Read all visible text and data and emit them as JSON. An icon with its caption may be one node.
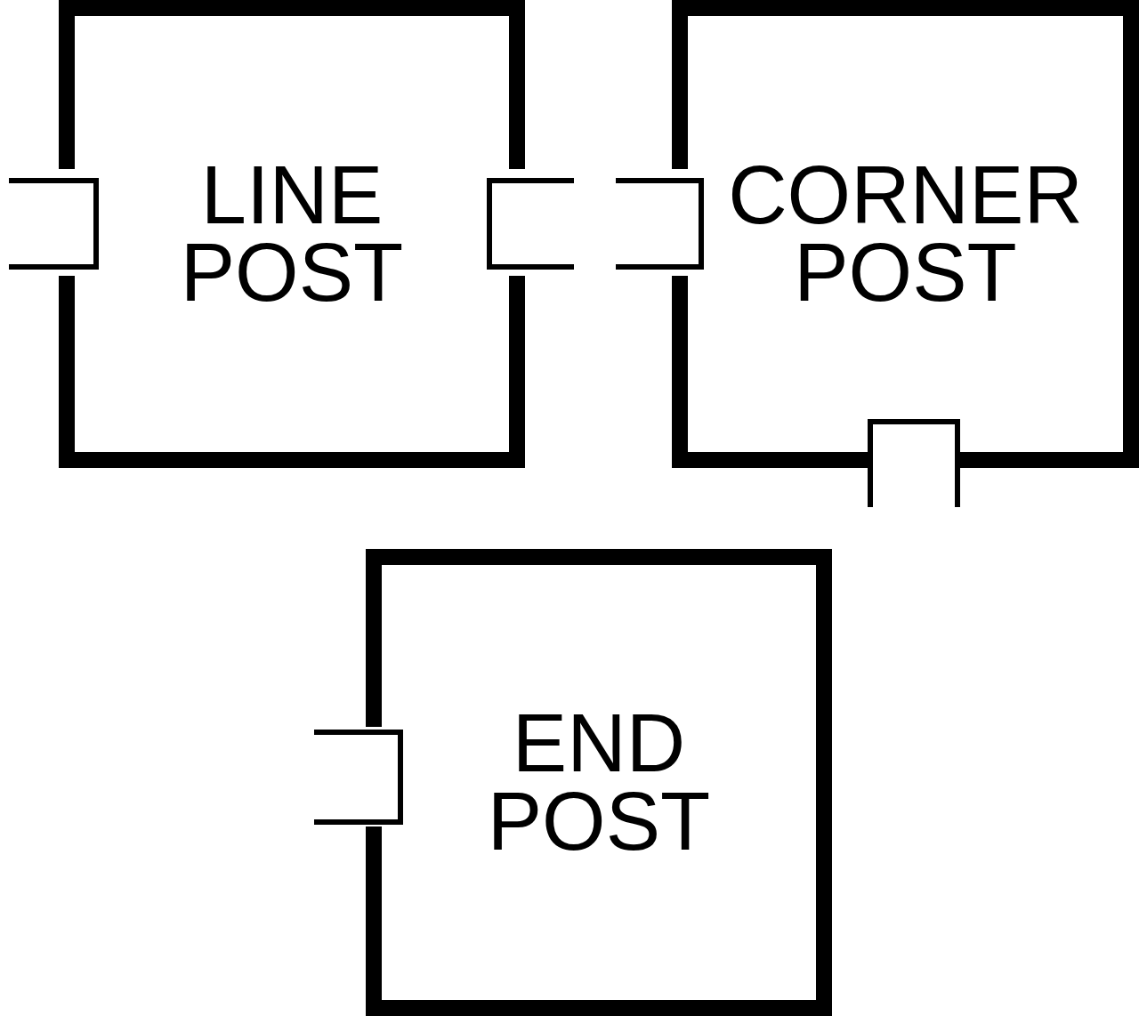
{
  "diagram": {
    "nodes": [
      {
        "text": [
          "LINE POST"
        ]
      },
      {
        "text": [
          "CORNER POST"
        ]
      },
      {
        "text": [
          "END POST"
        ]
      }
    ]
  }
}
